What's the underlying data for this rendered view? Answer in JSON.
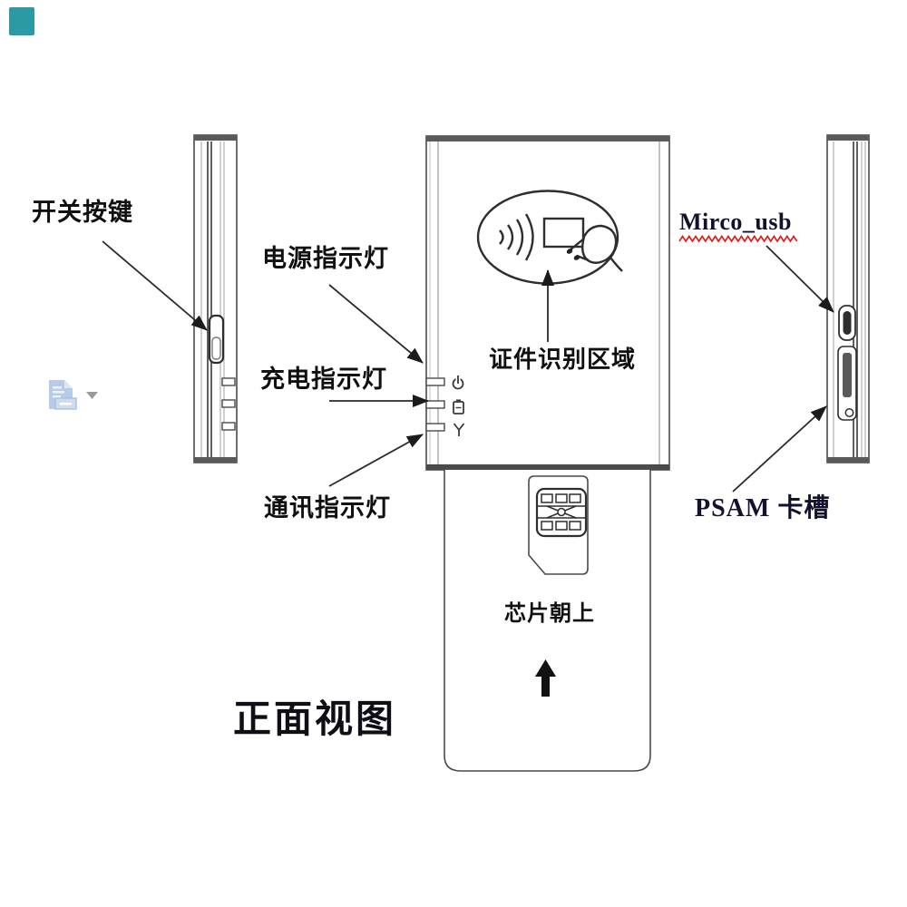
{
  "labels": {
    "power_switch": "开关按键",
    "power_led": "电源指示灯",
    "charge_led": "充电指示灯",
    "comm_led": "通讯指示灯",
    "id_scan_area": "证件识别区域",
    "micro_usb": "Mirco_usb",
    "psam_slot": "PSAM 卡槽",
    "chip_up": "芯片朝上",
    "front_view_caption": "正面视图"
  },
  "colors": {
    "line_art": "#2e2e2e",
    "arrow": "#1b1b1b",
    "spellcheck_underline": "#e01818",
    "teal_marker": "#2b9aa4",
    "paste_icon_blue": "#b7cbe8",
    "chevron_gray": "#9a9a9a"
  },
  "icons": {
    "power_indicator": "power-icon",
    "charge_indicator": "battery-icon",
    "comm_indicator": "antenna-icon",
    "contactless": "contactless-waves-icon",
    "id_card": "id-card-icon",
    "hand": "pointing-hand-icon",
    "sim": "sim-card-icon",
    "paste_options": "paste-options-icon",
    "chevron": "chevron-down-icon",
    "chip_direction": "up-arrow-icon"
  }
}
